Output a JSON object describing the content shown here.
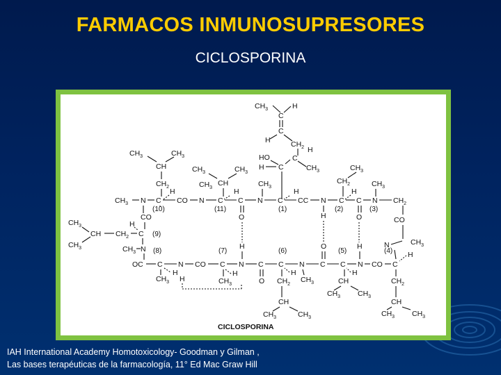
{
  "slide": {
    "title": "FARMACOS INMUNOSUPRESORES",
    "subtitle": "CICLOSPORINA",
    "citation_line1": "IAH International Academy Homotoxicology- Goodman y Gilman ,",
    "citation_line2": "Las bases terapéuticas de la farmacología, 11° Ed Mac Graw Hill",
    "colors": {
      "title": "#ffcc00",
      "frame": "#7fc241",
      "background": "#002060"
    }
  },
  "diagram": {
    "caption": "CICLOSPORINA",
    "residue_labels": [
      "(1)",
      "(2)",
      "(3)",
      "(4)",
      "(5)",
      "(6)",
      "(7)",
      "(8)",
      "(9)",
      "(10)",
      "(11)"
    ]
  }
}
